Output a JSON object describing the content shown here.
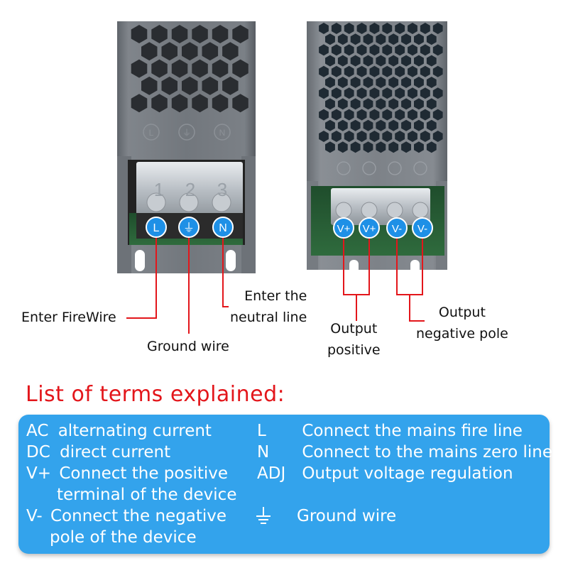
{
  "photo": {
    "left_unit": {
      "terminals": [
        "L",
        "⏚",
        "N"
      ],
      "block_numbers": [
        "1",
        "2",
        "3"
      ],
      "case_markings": [
        "L",
        "⏚",
        "N"
      ]
    },
    "right_unit": {
      "terminals": [
        "V+",
        "V+",
        "V-",
        "V-"
      ]
    }
  },
  "callouts": {
    "live": "Enter FireWire",
    "ground": "Ground wire",
    "neutral_line1": "Enter the",
    "neutral_line2": "neutral line",
    "positive_line1": "Output",
    "positive_line2": "positive",
    "negative_line1": "Output",
    "negative_line2": "negative pole"
  },
  "terms": {
    "heading": "List of terms explained:",
    "left": [
      {
        "abbr": "AC",
        "text": "alternating current"
      },
      {
        "abbr": "DC",
        "text": "direct current"
      },
      {
        "abbr": "V+",
        "text": "Connect the positive",
        "text2": "terminal of the device"
      },
      {
        "abbr": "V-",
        "text": "Connect the negative",
        "text2": "pole of the device"
      }
    ],
    "right": [
      {
        "abbr": "L",
        "text": "Connect the mains fire line"
      },
      {
        "abbr": "N",
        "text": "Connect to the mains zero line"
      },
      {
        "abbr": "ADJ",
        "text": "Output voltage regulation"
      },
      {
        "abbr": "",
        "icon": "ground-symbol",
        "text": "Ground wire"
      }
    ]
  },
  "colors": {
    "heading": "#e3161b",
    "panel": "#33a3ec",
    "terminal_badge": "#1e90e6",
    "leader_line": "#e3161b",
    "housing": "#74797f"
  }
}
